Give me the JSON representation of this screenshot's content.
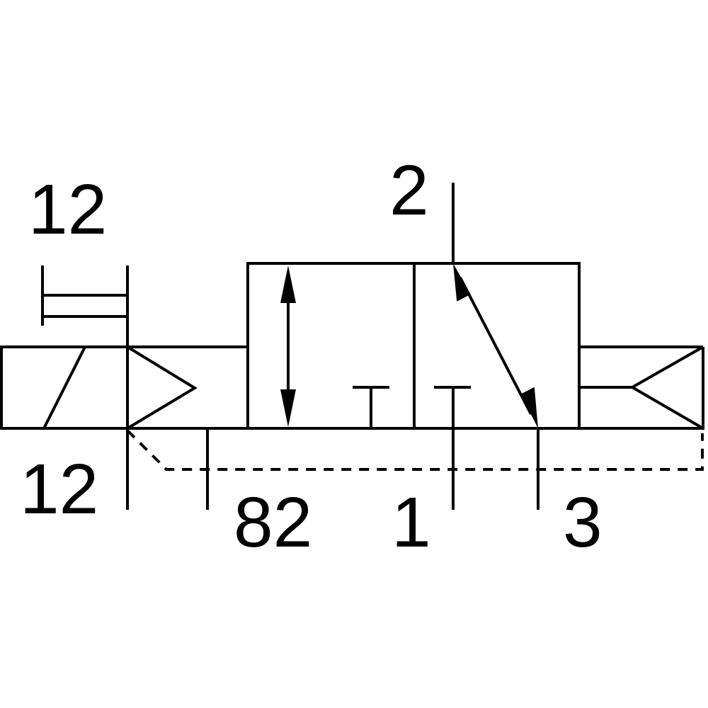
{
  "diagram": {
    "labels": {
      "pilot_top": "12",
      "pilot_bottom": "12",
      "port_2": "2",
      "port_82": "82",
      "port_1": "1",
      "port_3": "3"
    },
    "colors": {
      "stroke": "#000000",
      "background": "#ffffff"
    }
  }
}
